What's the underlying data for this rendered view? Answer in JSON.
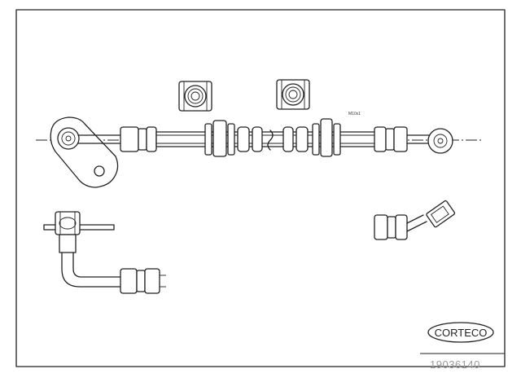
{
  "diagram": {
    "brand_logo": "CORTECO",
    "part_number": "19036140",
    "annotation": "M10x1"
  }
}
